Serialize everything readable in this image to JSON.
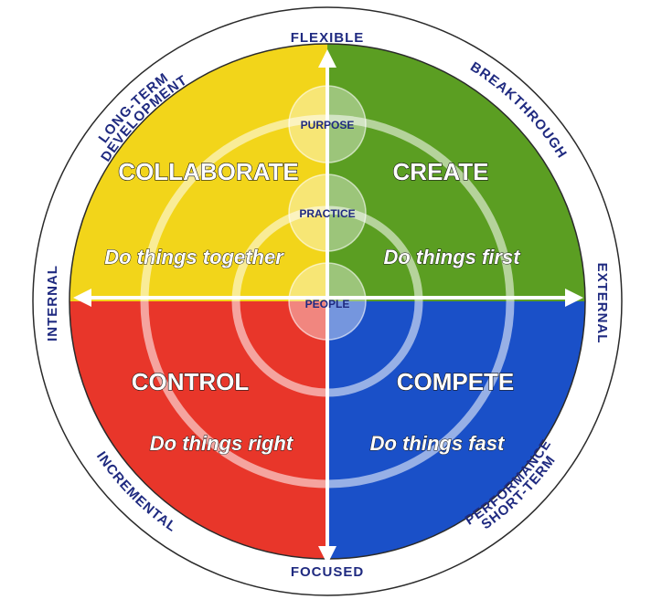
{
  "colors": {
    "collaborate": "#f2d51a",
    "create": "#5b9e22",
    "control": "#e8362a",
    "compete": "#1a50c8",
    "rim_text": "#1f2a80",
    "outline": "#2a2a2a"
  },
  "rim_labels": {
    "top": "FLEXIBLE",
    "bottom": "FOCUSED",
    "left": "INTERNAL",
    "right": "EXTERNAL",
    "top_left_1": "LONG-TERM",
    "top_left_2": "DEVELOPMENT",
    "top_right": "BREAKTHROUGH",
    "bottom_left": "INCREMENTAL",
    "bottom_right_1": "SHORT-TERM",
    "bottom_right_2": "PERFORMANCE"
  },
  "quadrants": {
    "collaborate": {
      "title": "COLLABORATE",
      "subtitle": "Do things together"
    },
    "create": {
      "title": "CREATE",
      "subtitle": "Do things first"
    },
    "control": {
      "title": "CONTROL",
      "subtitle": "Do things right"
    },
    "compete": {
      "title": "COMPETE",
      "subtitle": "Do things fast"
    }
  },
  "rings": {
    "purpose": "PURPOSE",
    "practice": "PRACTICE",
    "people": "PEOPLE"
  },
  "icons": {
    "arrows": "four-direction-axis-arrows"
  }
}
